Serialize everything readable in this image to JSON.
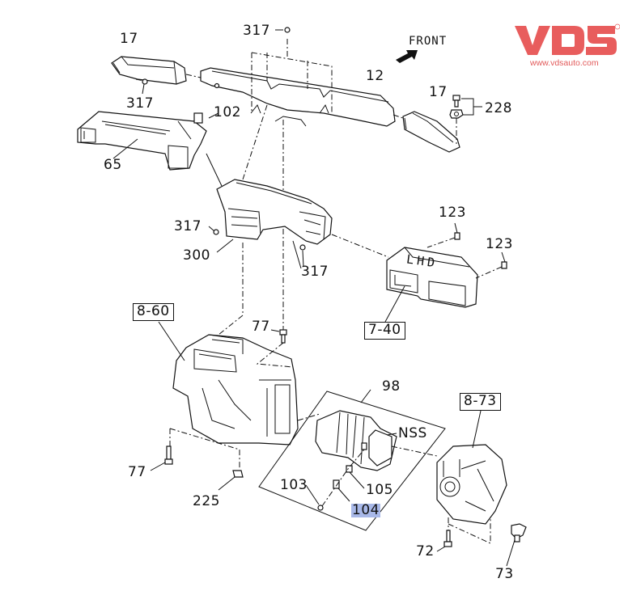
{
  "brand": {
    "logo_text": "VDS",
    "registered_mark": "®",
    "url": "www.vdsauto.com",
    "color": "#e85d5d"
  },
  "orientation": {
    "label": "FRONT"
  },
  "callouts": {
    "c17_left": "17",
    "c317_top": "317",
    "c317_left": "317",
    "c12": "12",
    "c17_right": "17",
    "c228": "228",
    "c102": "102",
    "c65": "65",
    "c317_mid_left": "317",
    "c300": "300",
    "c317_mid_right": "317",
    "c123_top": "123",
    "c123_right": "123",
    "c77_top": "77",
    "c77_bottom": "77",
    "c225": "225",
    "c98": "98",
    "cNSS": "NSS",
    "c103": "103",
    "c105": "105",
    "c104": "104",
    "c72": "72",
    "c73": "73"
  },
  "ref_boxes": {
    "r8_60": "8-60",
    "r7_40": "7-40",
    "r8_73": "8-73"
  },
  "part_markings": {
    "duct_side": "LHD"
  },
  "highlight": {
    "callout": "104",
    "color": "#a8b8e8"
  }
}
